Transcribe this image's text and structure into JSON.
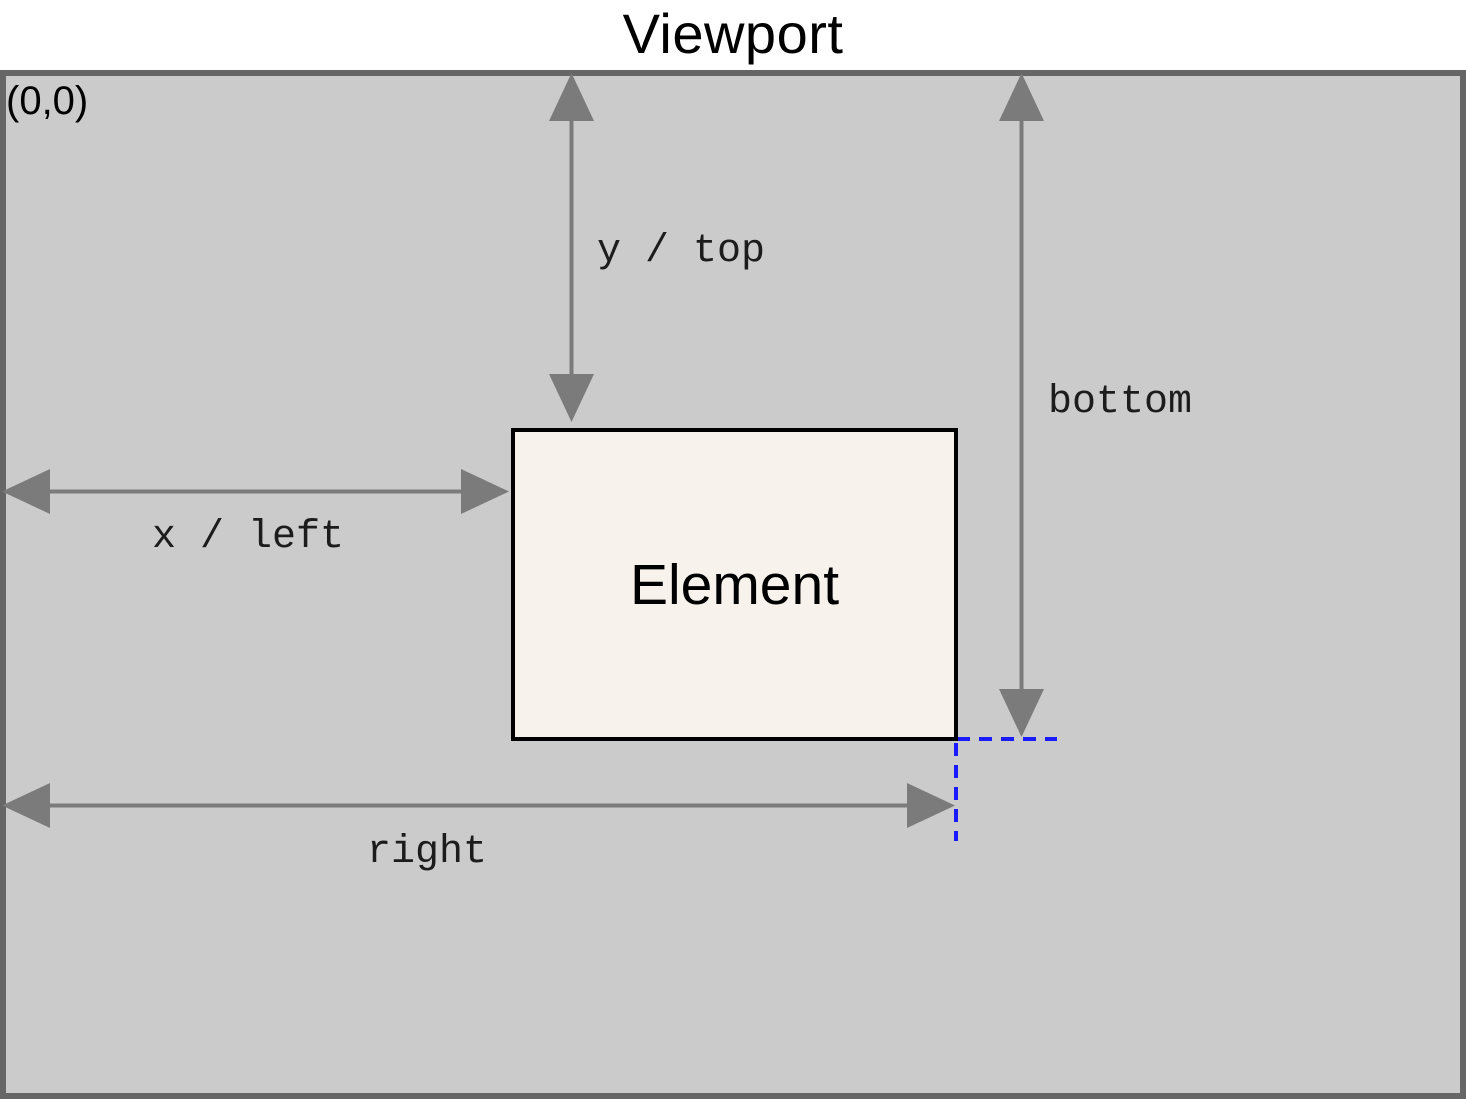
{
  "diagram": {
    "title": "Viewport",
    "origin_label": "(0,0)",
    "element_label": "Element",
    "arrow_labels": {
      "y_top": "y / top",
      "x_left": "x / left",
      "bottom": "bottom",
      "right": "right"
    },
    "colors": {
      "page_bg": "#ffffff",
      "title_text": "#000000",
      "viewport_bg": "#cbcbcb",
      "viewport_border": "#666666",
      "element_bg": "#f7f3ec",
      "element_border": "#000000",
      "arrow": "#7b7b7b",
      "label_text": "#1c1c1c",
      "guide_blue": "#1a1aff"
    }
  }
}
